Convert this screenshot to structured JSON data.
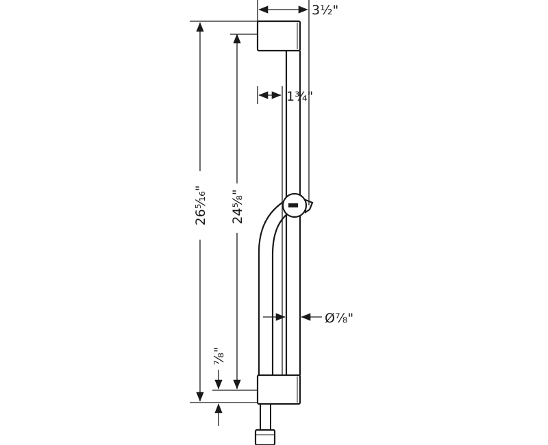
{
  "dimensions": {
    "bracket_width": "3½\"",
    "bar_offset": "1¾\"",
    "rail_diameter": "Ø⅞\"",
    "overall_height": "26⁵⁄₁₆\"",
    "rail_height": "24⅝\"",
    "bottom_bracket_height": "⅞\""
  }
}
